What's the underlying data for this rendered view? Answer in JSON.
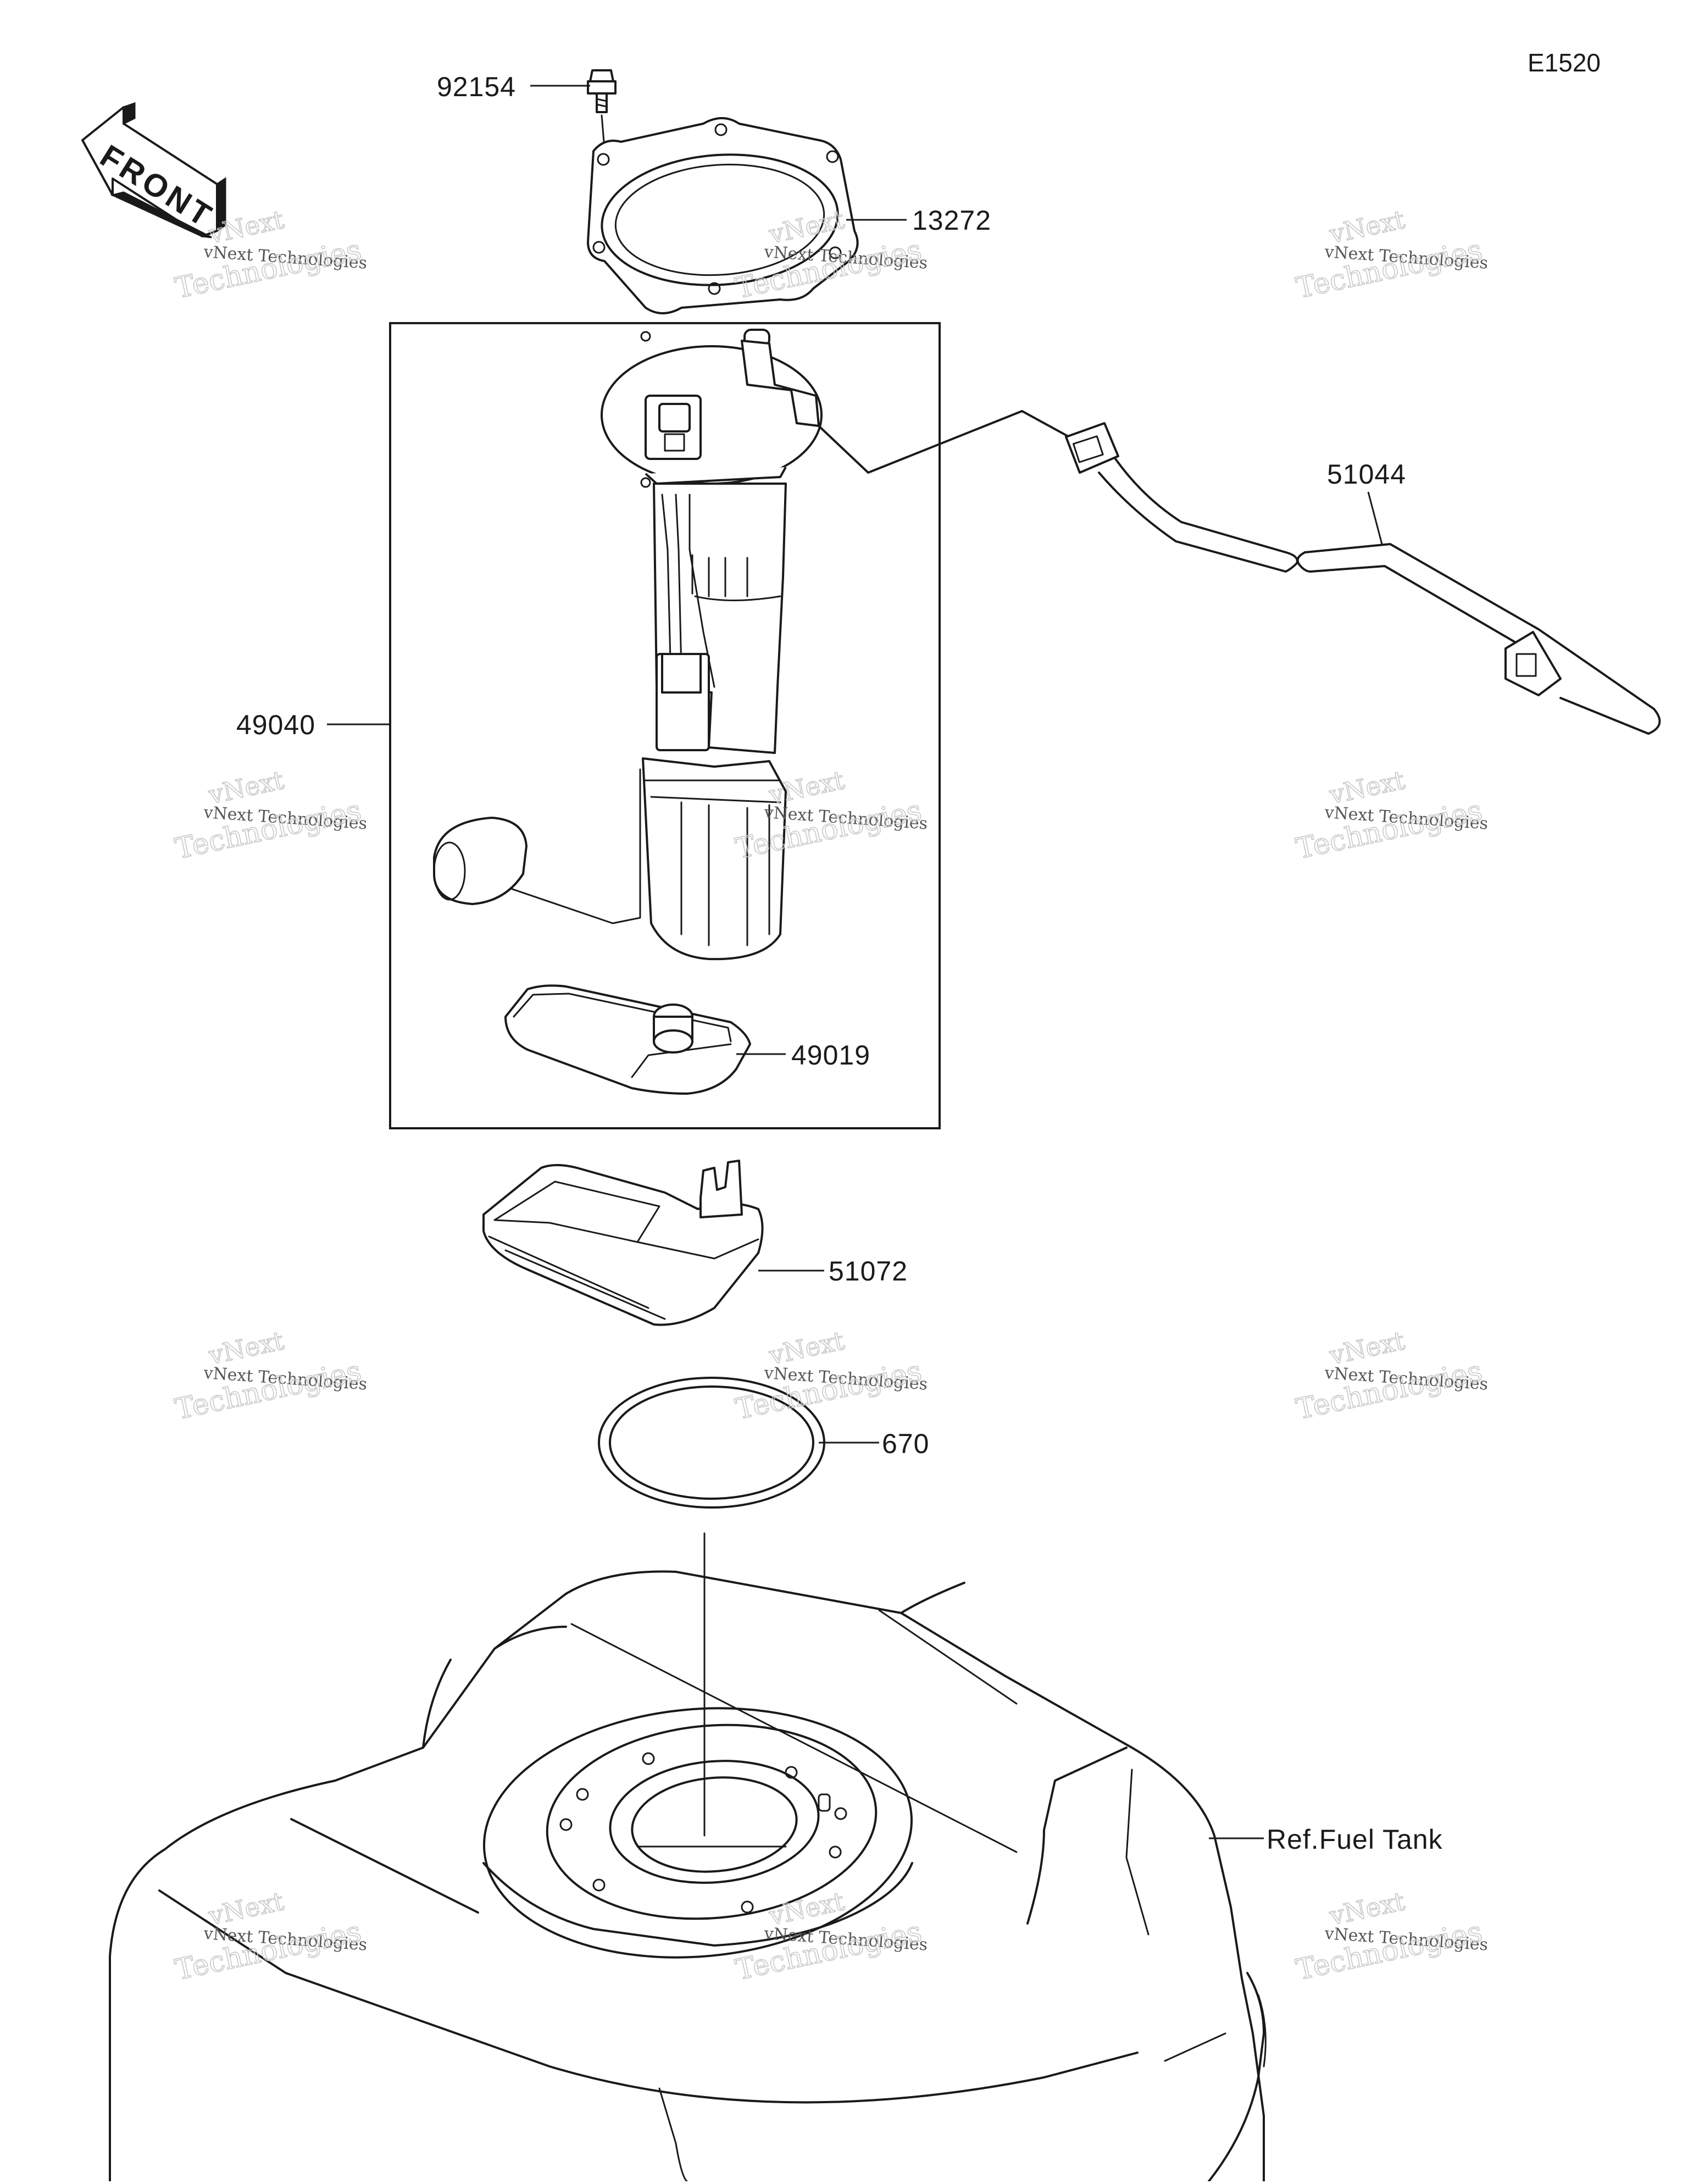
{
  "diagram_code": "E1520",
  "front_marker": "FRONT",
  "parts": [
    {
      "number": "92154"
    },
    {
      "number": "13272"
    },
    {
      "number": "51044"
    },
    {
      "number": "49040"
    },
    {
      "number": "49019"
    },
    {
      "number": "51072"
    },
    {
      "number": "670"
    }
  ],
  "reference": "Ref.Fuel Tank",
  "watermark": {
    "line1": "vNext",
    "line2": "vNext Technologies",
    "line3": "Technologies"
  }
}
